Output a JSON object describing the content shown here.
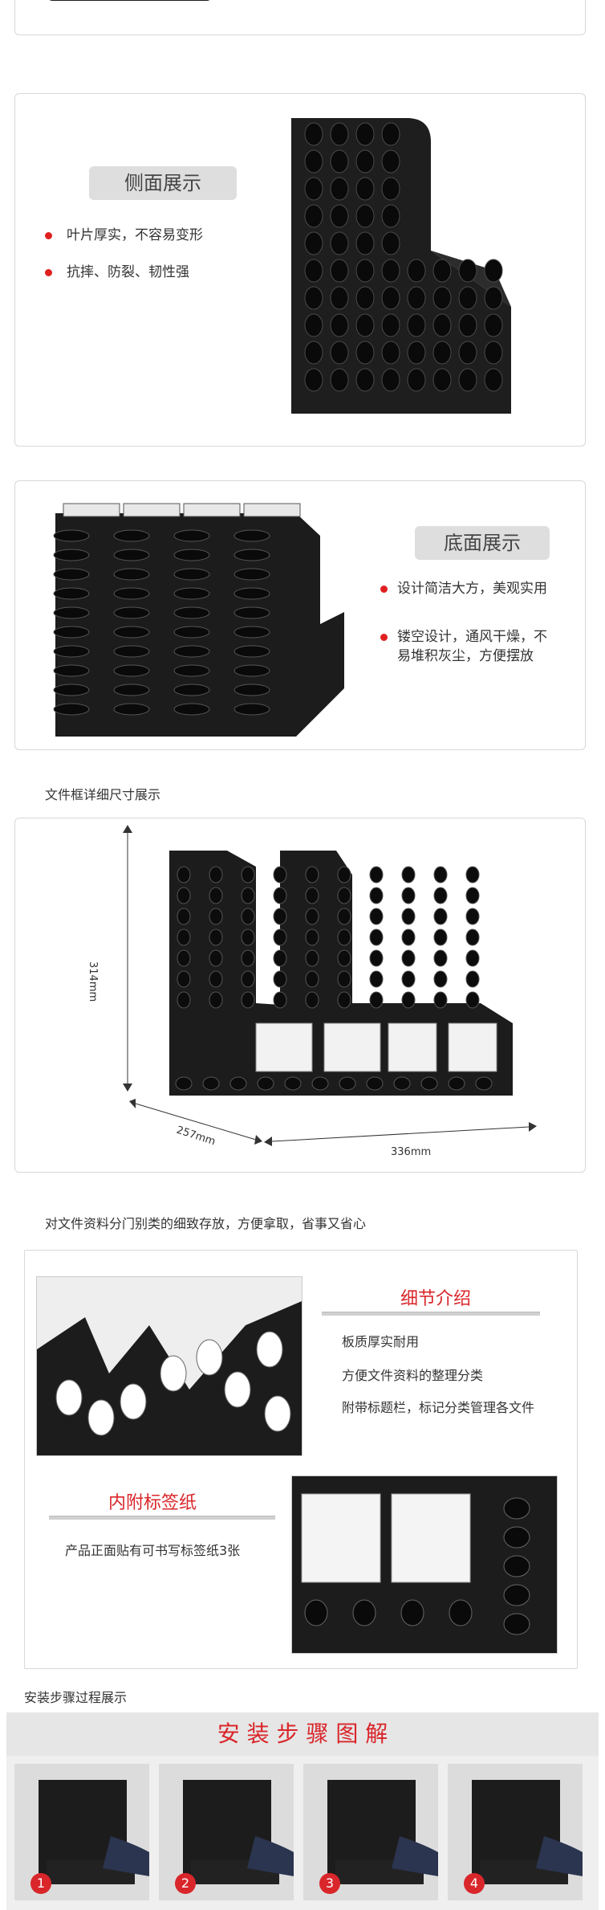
{
  "side": {
    "title": "侧面展示",
    "bullets": [
      "叶片厚实，不容易变形",
      "抗摔、防裂、韧性强"
    ]
  },
  "bottom": {
    "title": "底面展示",
    "bullets": [
      "设计简洁大方，美观实用",
      "镂空设计，通风干燥，不\n易堆积灰尘，方便摆放"
    ]
  },
  "dimension": {
    "caption": "文件框详细尺寸展示",
    "height": "314mm",
    "depth": "257mm",
    "width": "336mm"
  },
  "detail": {
    "caption": "对文件资料分门别类的细致存放，方便拿取，省事又省心",
    "title": "细节介绍",
    "bullets": [
      "板质厚实耐用",
      "方便文件资料的整理分类",
      "附带标题栏，标记分类管理各文件"
    ],
    "label_title": "内附标签纸",
    "label_text": "产品正面贴有可书写标签纸3张"
  },
  "install": {
    "caption": "安装步骤过程展示",
    "banner": "安 装 步 骤 图 解",
    "steps": [
      "1",
      "2",
      "3",
      "4"
    ]
  },
  "colors": {
    "accent": "#d9262b",
    "pill": "#dedede",
    "product": "#1c1c1c"
  }
}
